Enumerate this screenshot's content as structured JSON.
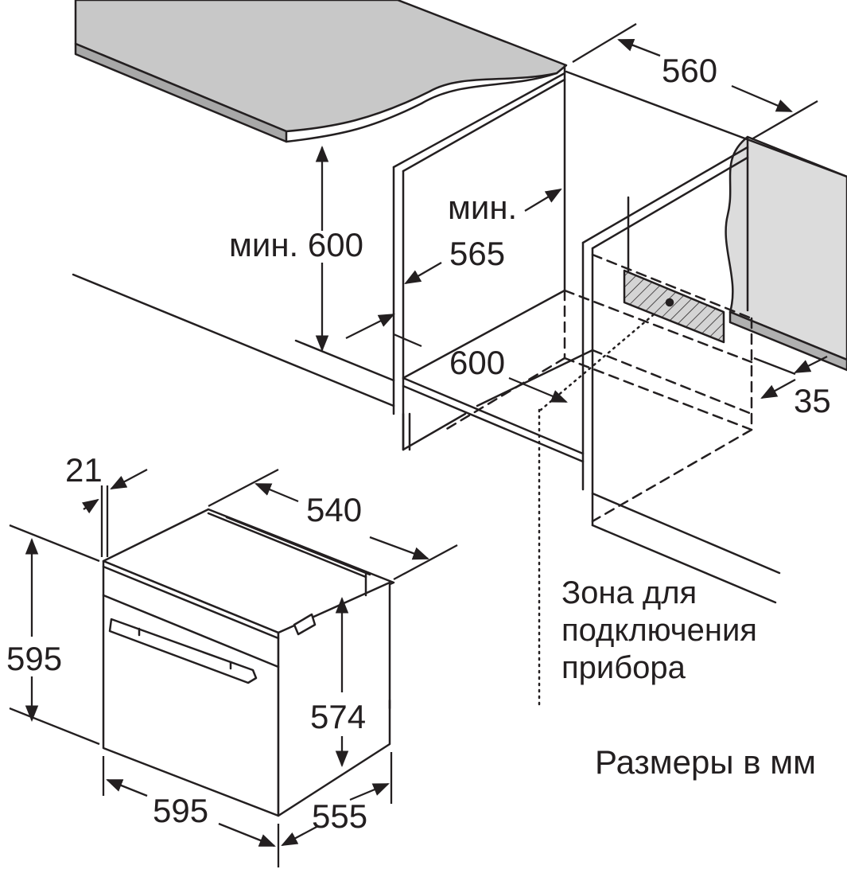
{
  "figure": {
    "labels": {
      "width_560": "560",
      "min": "мин.",
      "min_600": "мин. 600",
      "depth_565": "565",
      "niche_600": "600",
      "gap_35": "35",
      "panel_21": "21",
      "depth_540": "540",
      "height_595": "595",
      "height_574": "574",
      "width_595": "595",
      "depth_555": "555"
    },
    "zone_caption": [
      "Зона для",
      "подключения",
      "прибора"
    ],
    "units_note": "Размеры в мм"
  },
  "colors": {
    "ink": "#231f20",
    "countertop": "#c9c9c9",
    "wall_panel": "#dcdcdc",
    "hatch_fill": "#b8b8b8"
  }
}
